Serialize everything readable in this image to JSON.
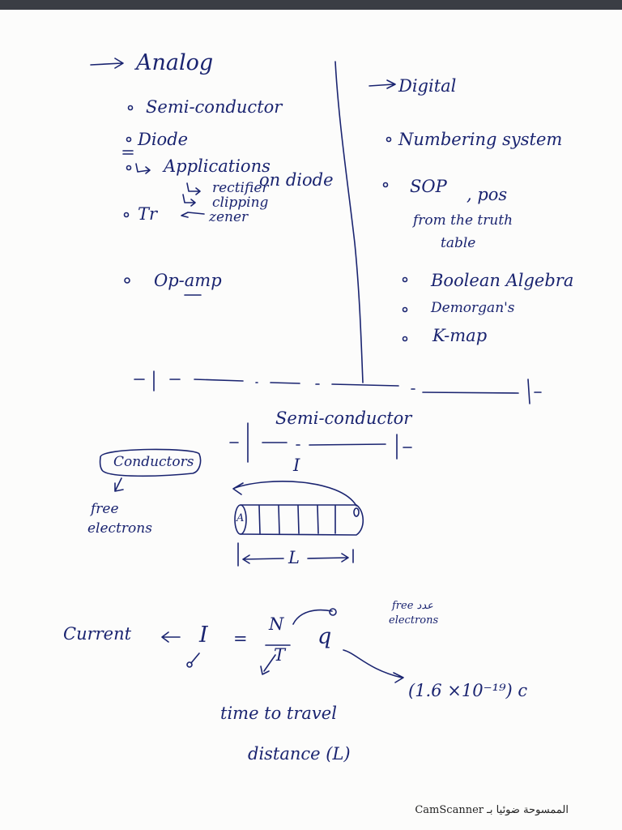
{
  "analog": {
    "heading": "Analog",
    "items": [
      "Semi-conductor",
      "Diode",
      "Applications",
      "Tr",
      "Op-amp"
    ],
    "on_diode": "on diode",
    "sub": [
      "rectifier",
      "clipping",
      "zener"
    ]
  },
  "digital": {
    "heading": "Digital",
    "items": [
      "Numbering system",
      "SOP",
      ", pos",
      "Boolean Algebra",
      "Demorgan's",
      "K-map"
    ],
    "truth_line1": "from the truth",
    "truth_line2": "table"
  },
  "semiconductor": {
    "title": "Semi-conductor",
    "conductors": "Conductors",
    "free1": "free",
    "free2": "electrons",
    "I_label": "I",
    "A_label": "A",
    "L_label": "L"
  },
  "formula": {
    "current": "Current",
    "I": "I",
    "eq": "=",
    "N": "N",
    "T": "T",
    "q": "q",
    "free_note1": "free عدد",
    "free_note2": "electrons",
    "charge": "(1.6 ×10⁻¹⁹) c",
    "time1": "time   to travel",
    "time2": "distance (L)"
  },
  "footer": {
    "brand": "CamScanner",
    "arabic": "الممسوحة ضوئيا بـ"
  }
}
